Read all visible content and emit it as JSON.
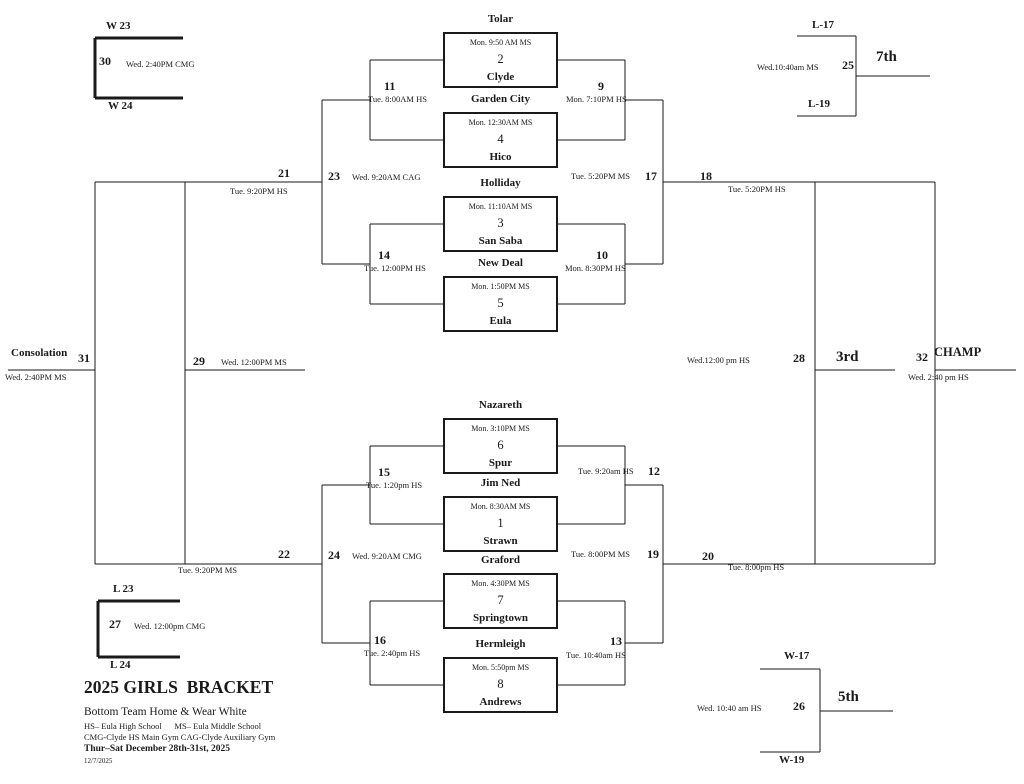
{
  "bracket": {
    "first_round": [
      {
        "top_team": "Tolar",
        "time": "Mon. 9:50 AM MS",
        "num": "2",
        "bottom_team": "Clyde"
      },
      {
        "top_team": "Garden City",
        "time": "Mon. 12:30AM MS",
        "num": "4",
        "bottom_team": "Hico"
      },
      {
        "top_team": "Holliday",
        "time": "Mon. 11:10AM MS",
        "num": "3",
        "bottom_team": "San Saba"
      },
      {
        "top_team": "New Deal",
        "time": "Mon. 1:50PM MS",
        "num": "5",
        "bottom_team": "Eula"
      },
      {
        "top_team": "Nazareth",
        "time": "Mon. 3:10PM MS",
        "num": "6",
        "bottom_team": "Spur"
      },
      {
        "top_team": "Jim Ned",
        "time": "Mon. 8:30AM MS",
        "num": "1",
        "bottom_team": "Strawn"
      },
      {
        "top_team": "Graford",
        "time": "Mon. 4:30PM MS",
        "num": "7",
        "bottom_team": "Springtown"
      },
      {
        "top_team": "Hermleigh",
        "time": "Mon. 5:50pm MS",
        "num": "8",
        "bottom_team": "Andrews"
      }
    ],
    "games": {
      "g9": {
        "num": "9",
        "time": "Mon. 7:10PM HS"
      },
      "g10": {
        "num": "10",
        "time": "Mon. 8:30PM HS"
      },
      "g11": {
        "num": "11",
        "time": "Tue. 8:00AM HS"
      },
      "g12": {
        "num": "12",
        "time": "Tue. 9:20am HS"
      },
      "g13": {
        "num": "13",
        "time": "Tue. 10:40am HS"
      },
      "g14": {
        "num": "14",
        "time": "Tue. 12:00PM HS"
      },
      "g15": {
        "num": "15",
        "time": "Tue. 1:20pm HS"
      },
      "g16": {
        "num": "16",
        "time": "Tue. 2:40pm HS"
      },
      "g17": {
        "num": "17",
        "time": "Tue. 5:20PM MS"
      },
      "g18": {
        "num": "18",
        "time": "Tue. 5:20PM HS"
      },
      "g19": {
        "num": "19",
        "time": "Tue. 8:00PM MS"
      },
      "g20": {
        "num": "20",
        "time": "Tue. 8:00pm HS"
      },
      "g21": {
        "num": "21",
        "time": "Tue. 9:20PM HS"
      },
      "g22": {
        "num": "22",
        "time": "Tue. 9:20PM MS"
      },
      "g23": {
        "num": "23",
        "time": "Wed. 9:20AM CAG"
      },
      "g24": {
        "num": "24",
        "time": "Wed. 9:20AM CMG"
      }
    },
    "finals": {
      "g28": {
        "num": "28",
        "time": "Wed.12:00 pm HS",
        "place": "3rd"
      },
      "g29": {
        "num": "29",
        "time": "Wed. 12:00PM MS"
      },
      "g31": {
        "num": "31",
        "time": "Wed. 2:40PM MS",
        "label": "Consolation"
      },
      "g32": {
        "num": "32",
        "time": "Wed. 2:40 pm HS",
        "label": "CHAMP"
      }
    },
    "minis": {
      "g30": {
        "num": "30",
        "time": "Wed. 2:40PM CMG",
        "top": "W 23",
        "bottom": "W 24"
      },
      "g27": {
        "num": "27",
        "time": "Wed. 12:00pm CMG",
        "top": "L 23",
        "bottom": "L 24"
      },
      "g25": {
        "num": "25",
        "time": "Wed.10:40am MS",
        "top": "L-17",
        "bottom": "L-19",
        "place": "7th"
      },
      "g26": {
        "num": "26",
        "time": "Wed. 10:40 am HS",
        "top": "W-17",
        "bottom": "W-19",
        "place": "5th"
      }
    }
  },
  "footer": {
    "title": "2025 GIRLS  BRACKET",
    "note": "Bottom Team Home & Wear White",
    "venues1": "HS– Eula High School      MS– Eula Middle School",
    "venues2": "CMG-Clyde HS Main Gym  CAG-Clyde Auxiliary Gym",
    "dates": "Thur–Sat December 28th-31st, 2025",
    "revised": "12/7/2025"
  }
}
